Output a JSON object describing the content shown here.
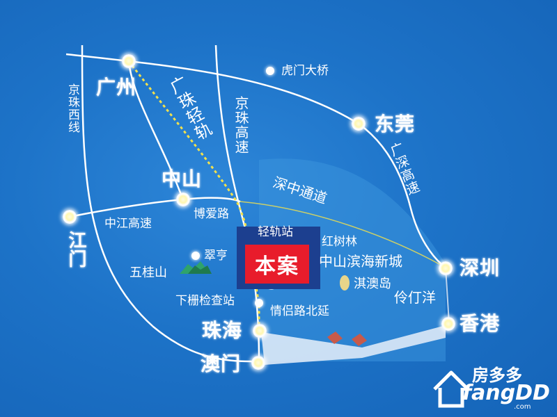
{
  "map": {
    "cities": {
      "guangzhou": "广州",
      "dongguan": "东莞",
      "zhongshan": "中山",
      "shenzhen": "深圳",
      "hongkong": "香港",
      "zhuhai": "珠海",
      "macau": "澳门",
      "jiangmen": "江门"
    },
    "roads": {
      "jingzhu_west": "京珠西线",
      "guangzhu_rail": "广珠轻轨",
      "jingzhu_highway": "京珠高速",
      "guangshen_highway": "广深高速",
      "shenzhong_channel": "深中通道",
      "zhongjiang_highway": "中江高速",
      "boai_road": "博爱路",
      "qinglv_road": "情侣路北延"
    },
    "places": {
      "humen_bridge": "虎门大桥",
      "light_rail_station": "轻轨站",
      "hongshulin": "红树林",
      "zhongshan_binhai": "中山滨海新城",
      "qiao_island": "淇澳岛",
      "lingding_sea": "伶仃洋",
      "cuiheng": "翠亨",
      "wuguishan": "五桂山",
      "xiazha_checkpoint": "下栅检查站"
    },
    "project_label": "本案"
  },
  "brand": {
    "name_cn": "房多多",
    "name_en": "fangDD",
    "suffix": ".com"
  },
  "colors": {
    "sea": "#1d73c8",
    "road": "#ffffff",
    "rail": "#f2e14c",
    "project": "#e81c2b"
  }
}
